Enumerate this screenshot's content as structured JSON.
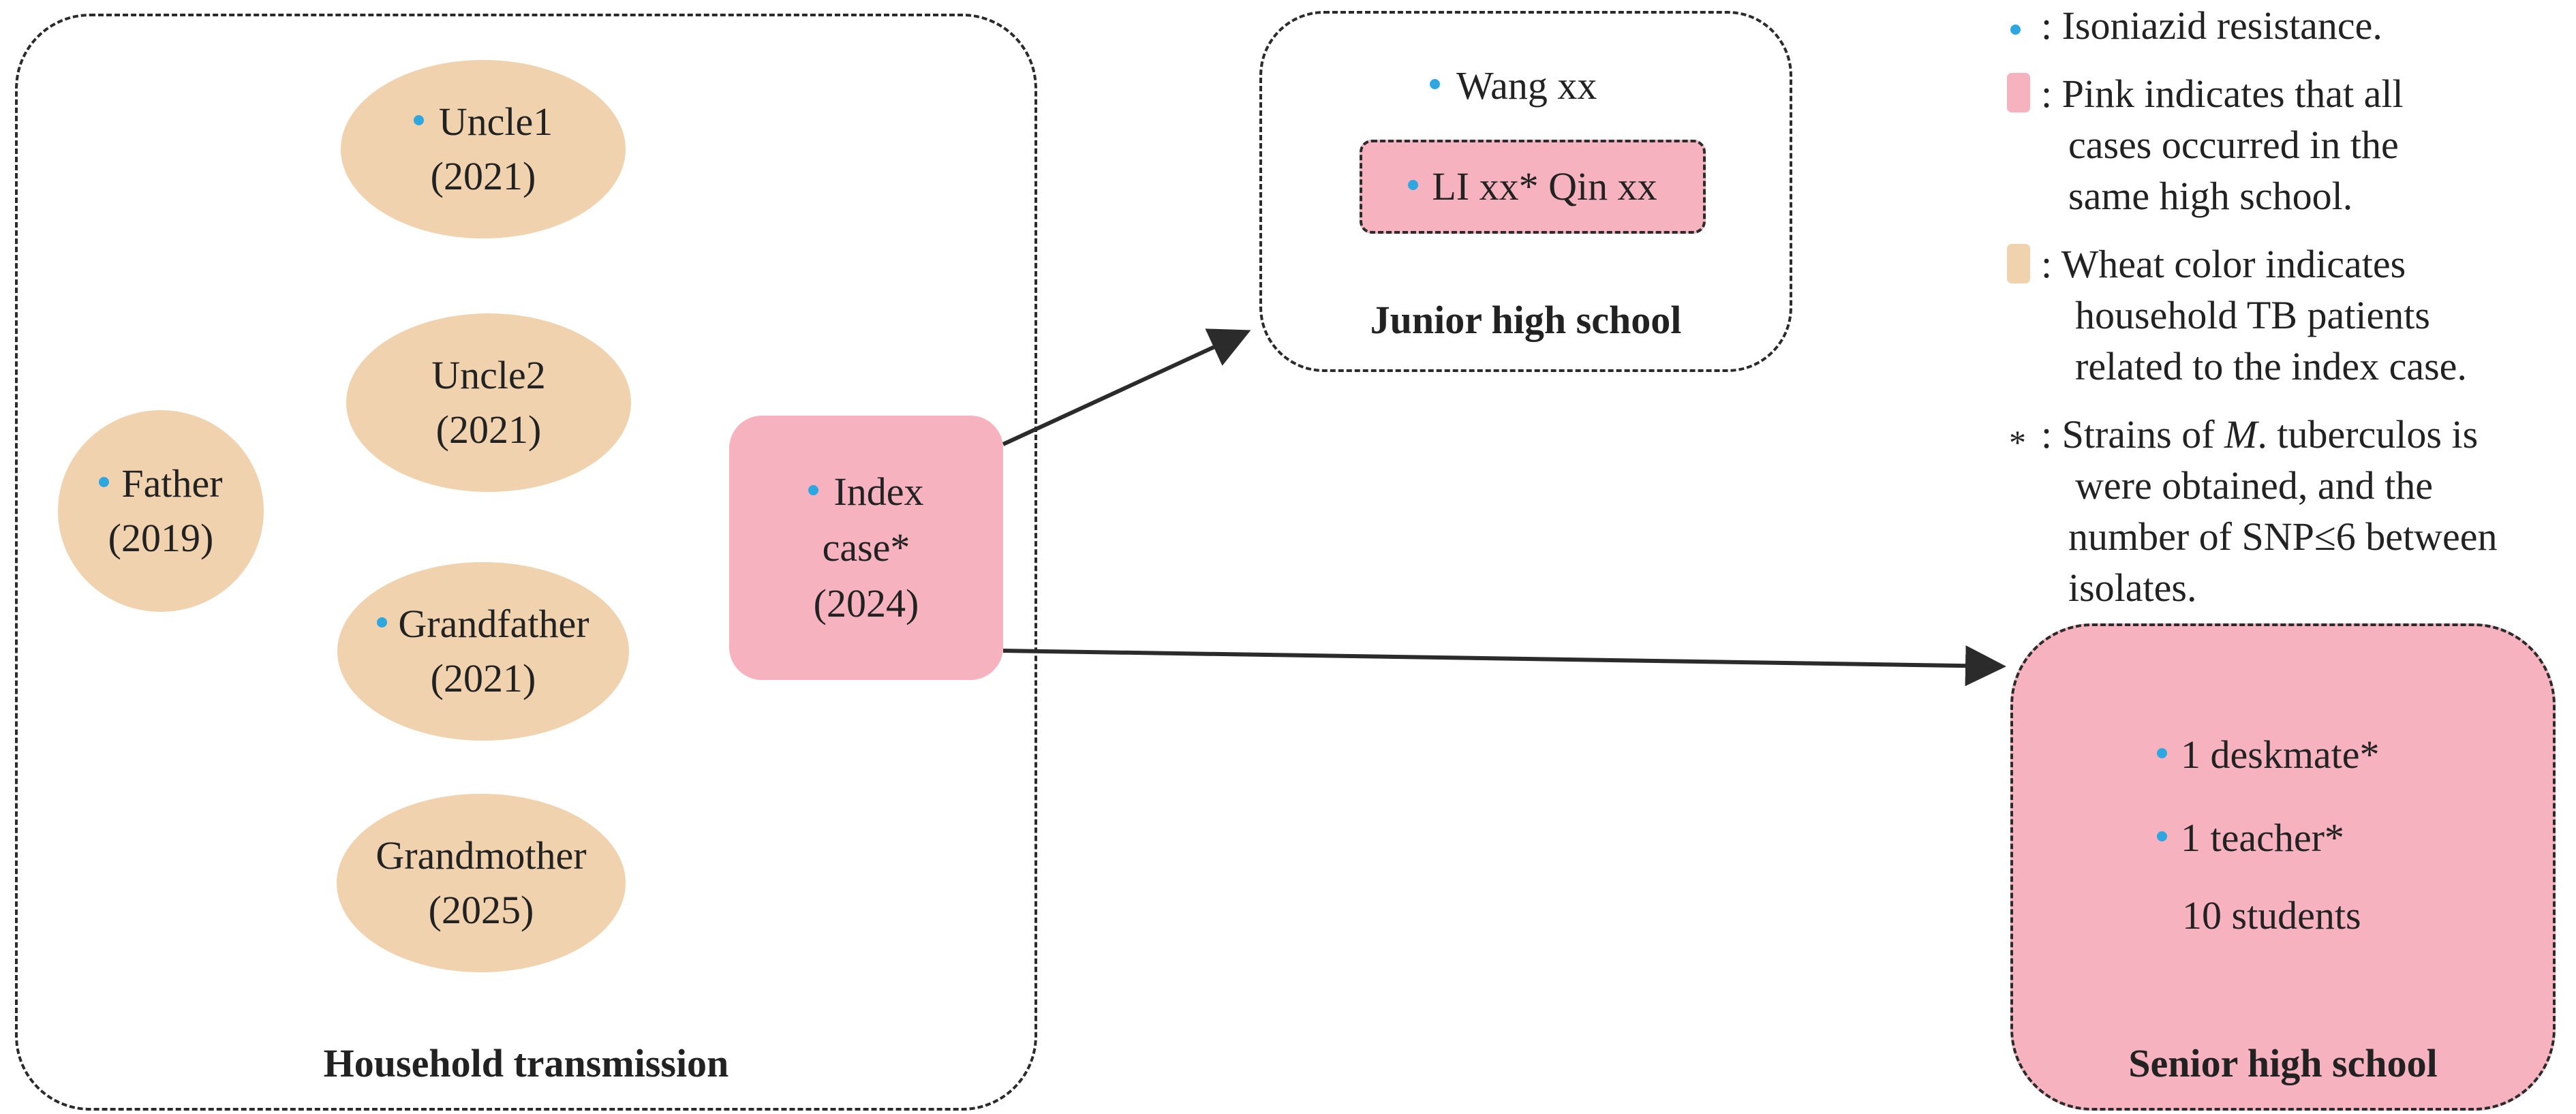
{
  "colors": {
    "wheat": "#f0d3ae",
    "pink": "#f6b3bf",
    "dot_blue": "#2ea7e0",
    "line": "#2b2b2b"
  },
  "household": {
    "title": "Household transmission",
    "members": [
      {
        "name": "Uncle1",
        "year": "(2021)",
        "isoniazid": true
      },
      {
        "name": "Uncle2",
        "year": "(2021)",
        "isoniazid": false
      },
      {
        "name": "Father",
        "year": "(2019)",
        "isoniazid": true
      },
      {
        "name": "Grandfather",
        "year": "(2021)",
        "isoniazid": true
      },
      {
        "name": "Grandmother",
        "year": "(2025)",
        "isoniazid": false
      }
    ]
  },
  "index_case": {
    "line1": "Index",
    "line2": "case*",
    "line3": "(2024)"
  },
  "junior": {
    "title": "Junior high school",
    "person1": "Wang xx",
    "group": "LI xx* Qin xx"
  },
  "senior": {
    "title": "Senior high school",
    "items": [
      "1 deskmate*",
      "1 teacher*",
      "10 students"
    ]
  },
  "legend": {
    "isoniazid": ": Isoniazid resistance.",
    "pink": [
      ": Pink indicates that all",
      "cases occurred in the",
      "same high school."
    ],
    "wheat": [
      ": Wheat color indicates",
      "household TB patients",
      "related to the index case."
    ],
    "star_symbol": "*",
    "star_before": ": Strains of ",
    "star_italic": "M",
    "star_after": ". tuberculos is",
    "star_lines": [
      "were obtained, and the",
      "number of SNP≤6 between",
      "isolates."
    ]
  }
}
